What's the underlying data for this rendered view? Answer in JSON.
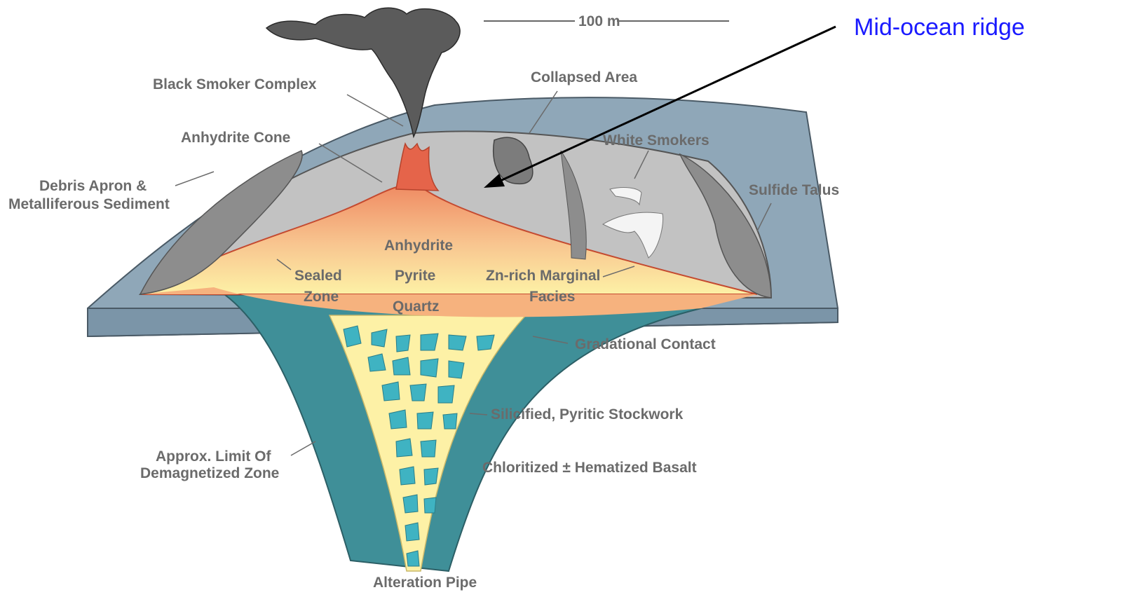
{
  "title_callout": "Mid-ocean ridge",
  "scale_label": "100 m",
  "labels": {
    "black_smoker_complex": "Black Smoker Complex",
    "collapsed_area": "Collapsed Area",
    "anhydrite_cone": "Anhydrite Cone",
    "white_smokers": "White Smokers",
    "debris_apron_1": "Debris Apron &",
    "debris_apron_2": "Metalliferous Sediment",
    "sulfide_talus": "Sulfide Talus",
    "anhydrite": "Anhydrite",
    "pyrite": "Pyrite",
    "quartz": "Quartz",
    "sealed_1": "Sealed",
    "sealed_2": "Zone",
    "zn_rich_1": "Zn-rich Marginal",
    "zn_rich_2": "Facies",
    "gradational_contact": "Gradational Contact",
    "stockwork": "Silicified, Pyritic Stockwork",
    "approx_limit_1": "Approx. Limit Of",
    "approx_limit_2": "Demagnetized Zone",
    "chloritized": "Chloritized ± Hematized Basalt",
    "alteration_pipe": "Alteration Pipe"
  },
  "colors": {
    "seafloor_slab": "#8fa7b8",
    "alteration_zone": "#3f8f98",
    "stockwork_core": "#fdf1a6",
    "stockwork_clasts": "#3fb3c2",
    "mound_gray": "#c2c2c2",
    "sulfide_red": "#e5644a",
    "callout_blue": "#1a1aff",
    "label_gray": "#6b6b6b"
  }
}
